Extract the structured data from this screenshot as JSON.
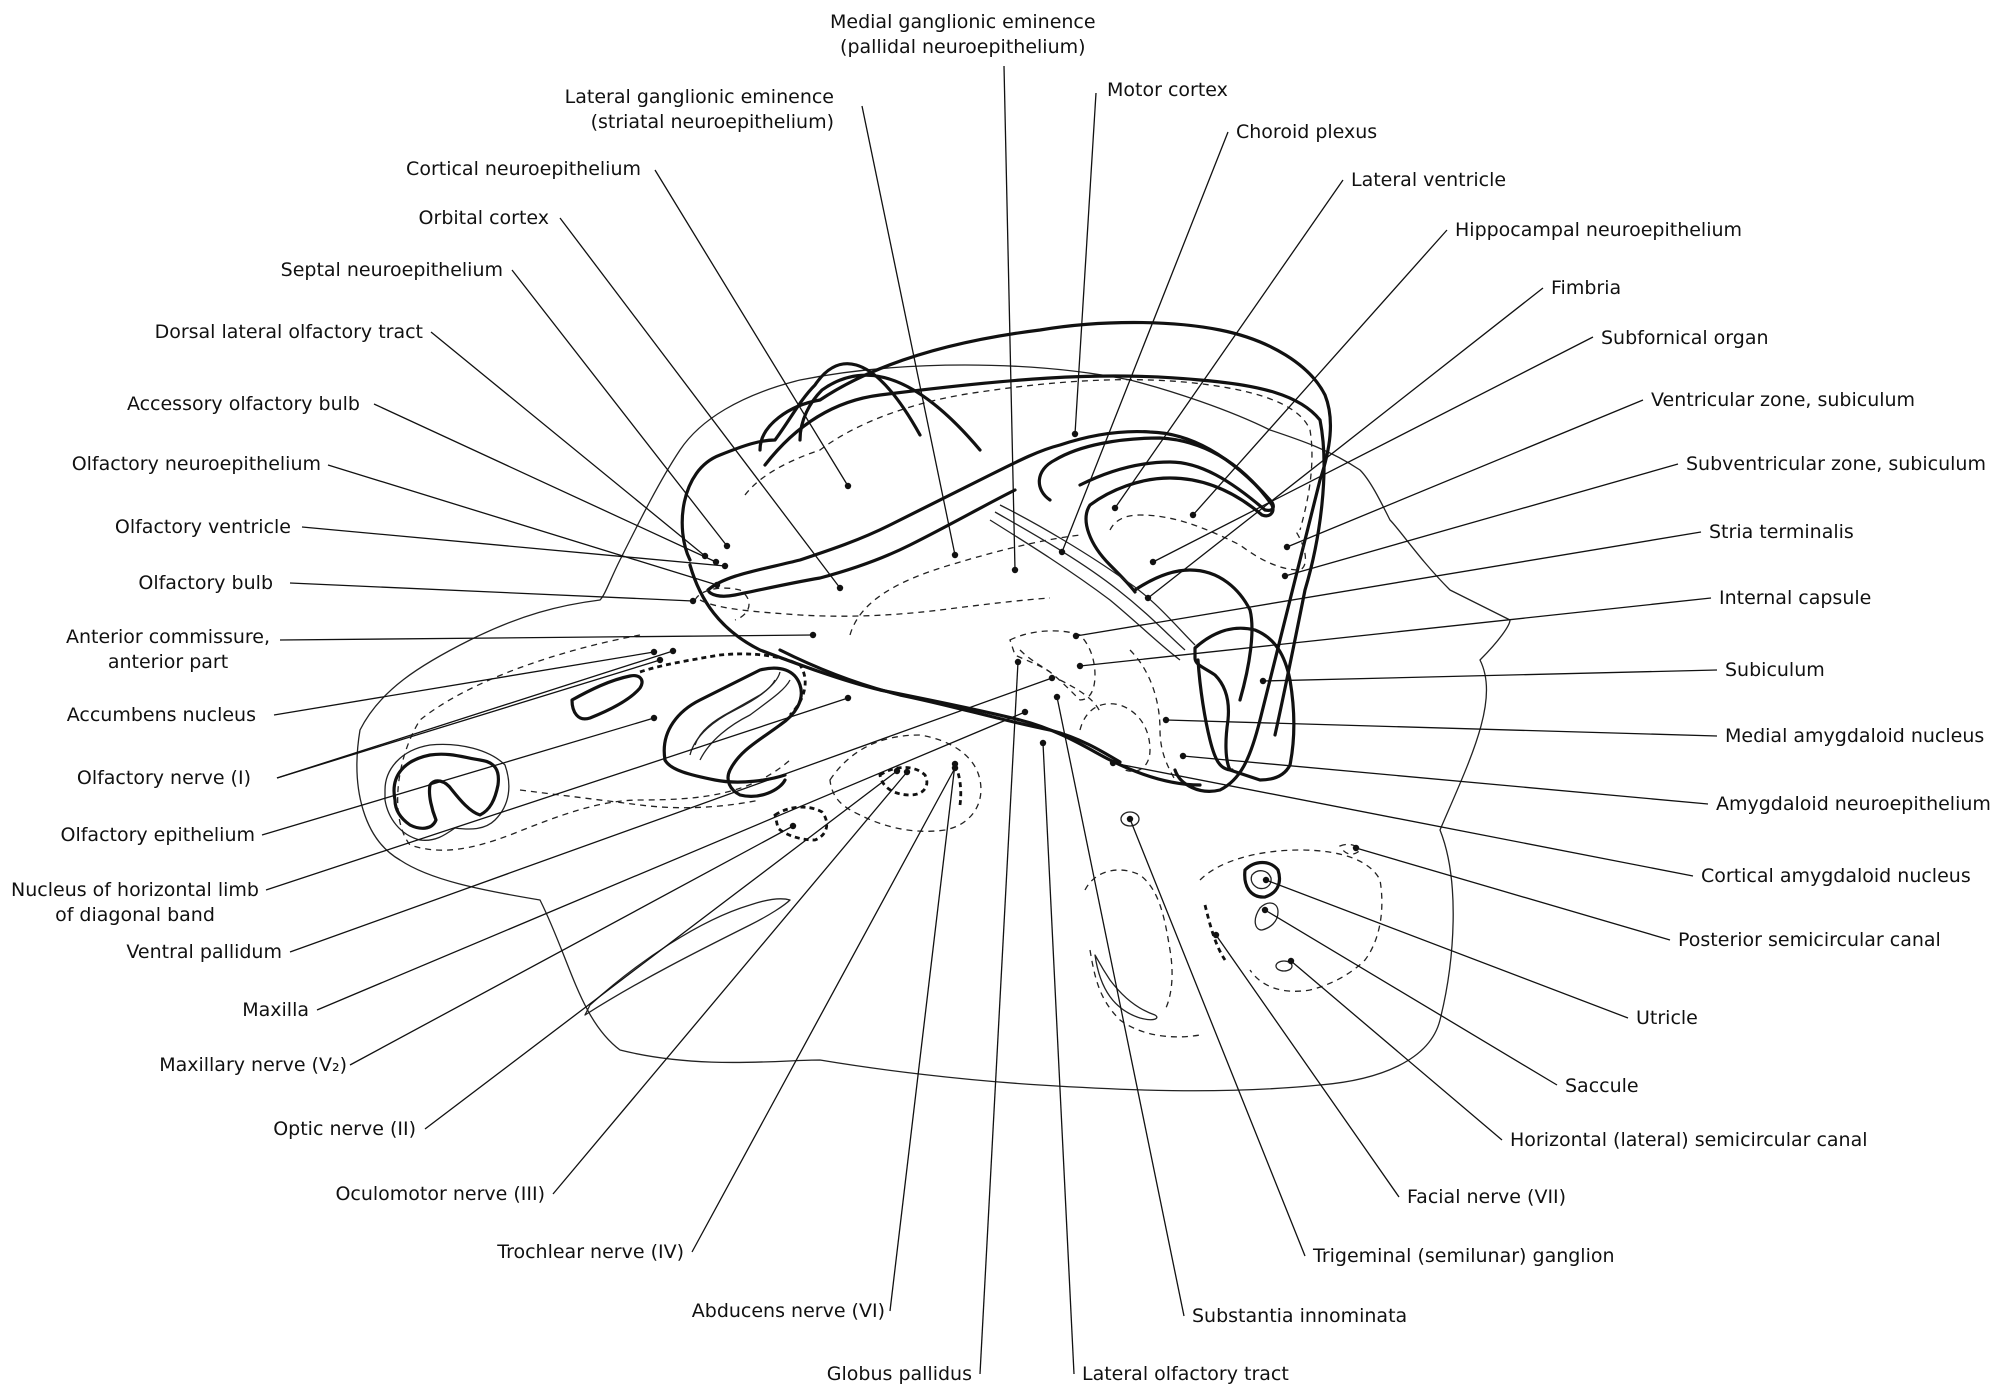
{
  "labels": {
    "medial_ganglionic_eminence": [
      "Medial ganglionic eminence",
      "(pallidal neuroepithelium)"
    ],
    "lateral_ganglionic_eminence": [
      "Lateral ganglionic eminence",
      "(striatal neuroepithelium)"
    ],
    "motor_cortex": "Motor cortex",
    "choroid_plexus": "Choroid plexus",
    "lateral_ventricle": "Lateral ventricle",
    "hippocampal_neuroepithelium": "Hippocampal neuroepithelium",
    "fimbria": "Fimbria",
    "subfornical_organ": "Subfornical organ",
    "ventricular_zone_subiculum": "Ventricular zone, subiculum",
    "subventricular_zone_subiculum": "Subventricular zone, subiculum",
    "stria_terminalis": "Stria terminalis",
    "internal_capsule": "Internal capsule",
    "subiculum": "Subiculum",
    "medial_amygdaloid_nucleus": "Medial amygdaloid nucleus",
    "amygdaloid_neuroepithelium": "Amygdaloid neuroepithelium",
    "cortical_amygdaloid_nucleus": "Cortical amygdaloid nucleus",
    "posterior_semicircular_canal": "Posterior semicircular canal",
    "utricle": "Utricle",
    "saccule": "Saccule",
    "horizontal_semicircular_canal": "Horizontal (lateral) semicircular canal",
    "facial_nerve": "Facial nerve (VII)",
    "trigeminal_ganglion": "Trigeminal (semilunar) ganglion",
    "substantia_innominata": "Substantia innominata",
    "lateral_olfactory_tract": "Lateral olfactory tract",
    "globus_pallidus": "Globus pallidus",
    "abducens_nerve": "Abducens nerve (VI)",
    "trochlear_nerve": "Trochlear nerve (IV)",
    "oculomotor_nerve": "Oculomotor nerve (III)",
    "optic_nerve": "Optic nerve (II)",
    "maxillary_nerve": "Maxillary nerve (V₂)",
    "maxilla": "Maxilla",
    "ventral_pallidum": "Ventral pallidum",
    "nucleus_horizontal_limb": [
      "Nucleus of horizontal limb",
      "of diagonal band"
    ],
    "olfactory_epithelium": "Olfactory epithelium",
    "olfactory_nerve": "Olfactory nerve (I)",
    "accumbens_nucleus": "Accumbens nucleus",
    "anterior_commissure": [
      "Anterior commissure,",
      "anterior part"
    ],
    "olfactory_bulb": "Olfactory bulb",
    "olfactory_ventricle": "Olfactory ventricle",
    "olfactory_neuroepithelium": "Olfactory neuroepithelium",
    "accessory_olfactory_bulb": "Accessory olfactory bulb",
    "dorsal_lateral_olfactory_tract": "Dorsal lateral olfactory tract",
    "septal_neuroepithelium": "Septal neuroepithelium",
    "orbital_cortex": "Orbital cortex",
    "cortical_neuroepithelium": "Cortical neuroepithelium"
  }
}
